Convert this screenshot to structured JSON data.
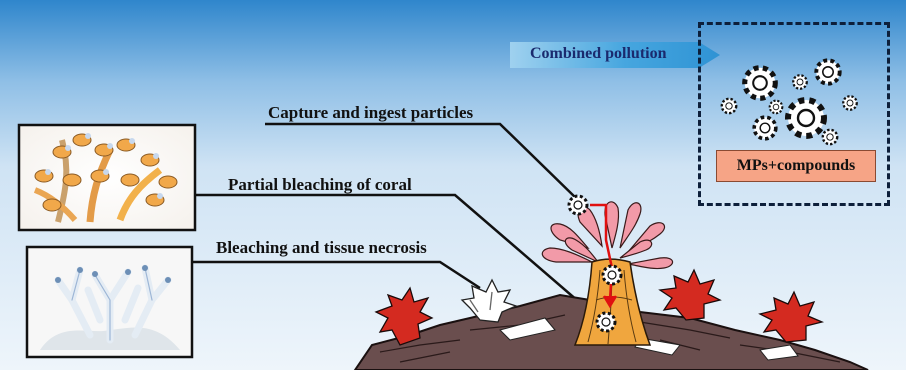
{
  "labels": {
    "combined_pollution": "Combined pollution",
    "mps_compounds": "MPs+compounds",
    "capture": "Capture and ingest particles",
    "partial_bleaching": "Partial bleaching of coral",
    "bleaching_necrosis": "Bleaching and tissue necrosis"
  },
  "colors": {
    "sky_top": "#2f86cc",
    "sky_bottom": "#eef5fb",
    "coral_orange": "#f0a63e",
    "coral_pink": "#f29aa8",
    "coral_red": "#d42a20",
    "coral_white": "#ffffff",
    "rock": "#5c4444",
    "arrow_red": "#e01010",
    "mps_box": "#f6a486"
  },
  "icons": [
    "microplastic-particle-icon",
    "arrow-right-icon"
  ]
}
